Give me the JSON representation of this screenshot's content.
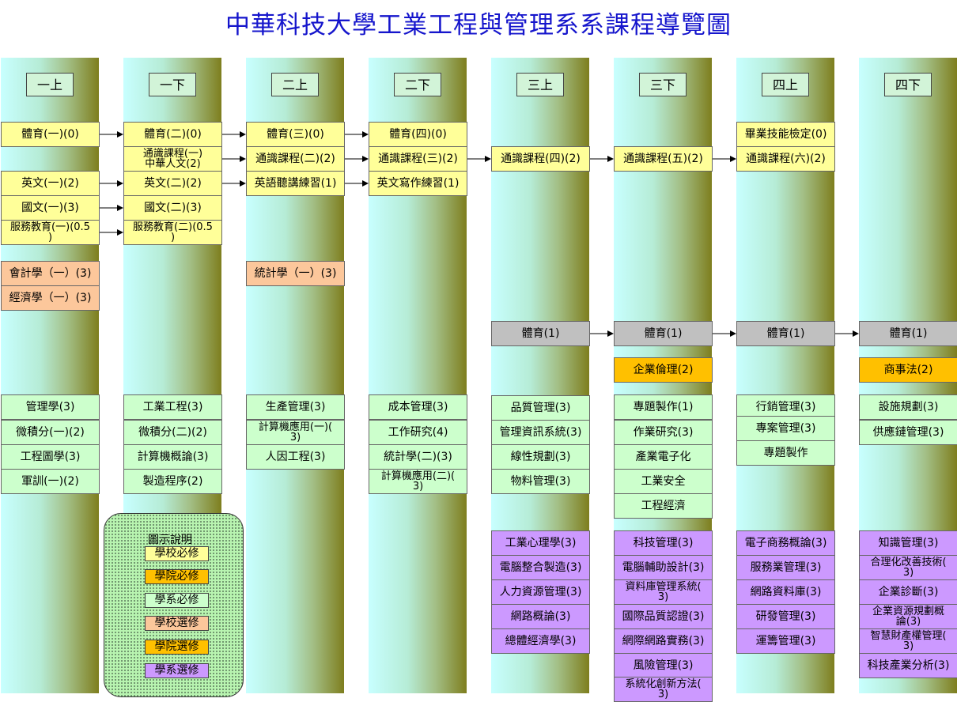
{
  "title": "中華科技大學工業工程與管理系系課程導覽圖",
  "semesters": [
    "一上",
    "一下",
    "二上",
    "二下",
    "三上",
    "三下",
    "四上",
    "四下"
  ],
  "courses": {
    "s1": [
      "體育(一)(0)",
      "英文(一)(2)",
      "國文(一)(3)",
      "服務教育(一)(0.5\n)",
      "會計學（一）(3)",
      "經濟學（一）(3)",
      "管理學(3)",
      "微積分(一)(2)",
      "工程圖學(3)",
      "軍訓(一)(2)"
    ],
    "s2": [
      "體育(二)(0)",
      "通識課程(一)\n中華人文(2)",
      "英文(二)(2)",
      "國文(二)(3)",
      "服務教育(二)(0.5\n)",
      "工業工程(3)",
      "微積分(二)(2)",
      "計算機概論(3)",
      "製造程序(2)"
    ],
    "s3": [
      "體育(三)(0)",
      "通識課程(二)(2)",
      "英語聽講練習(1)",
      "統計學（一）(3)",
      "生產管理(3)",
      "計算機應用(一)(\n3)",
      "人因工程(3)"
    ],
    "s4": [
      "體育(四)(0)",
      "通識課程(三)(2)",
      "英文寫作練習(1)",
      "成本管理(3)",
      "工作研究(4)",
      "統計學(二)(3)",
      "計算機應用(二)(\n3)"
    ],
    "s5": [
      "通識課程(四)(2)",
      "體育(1)",
      "品質管理(3)",
      "管理資訊系統(3)",
      "線性規劃(3)",
      "物料管理(3)",
      "工業心理學(3)",
      "電腦整合製造(3)",
      "人力資源管理(3)",
      "網路概論(3)",
      "總體經濟學(3)"
    ],
    "s6": [
      "通識課程(五)(2)",
      "體育(1)",
      "企業倫理(2)",
      "專題製作(1)",
      "作業研究(3)",
      "產業電子化",
      "工業安全",
      "工程經濟",
      "科技管理(3)",
      "電腦輔助設計(3)",
      "資料庫管理系統(\n3)",
      "國際品質認證(3)",
      "網際網路實務(3)",
      "風險管理(3)",
      "系統化創新方法(\n3)"
    ],
    "s7": [
      "畢業技能檢定(0)",
      "通識課程(六)(2)",
      "體育(1)",
      "行銷管理(3)",
      "專案管理(3)",
      "專題製作",
      "電子商務概論(3)",
      "服務業管理(3)",
      "網路資料庫(3)",
      "研發管理(3)",
      "運籌管理(3)"
    ],
    "s8": [
      "體育(1)",
      "商事法(2)",
      "設施規劃(3)",
      "供應鏈管理(3)",
      "知識管理(3)",
      "合理化改善技術(\n3)",
      "企業診斷(3)",
      "企業資源規劃概\n論(3)",
      "智慧財產權管理(\n3)",
      "科技產業分析(3)"
    ]
  },
  "legend": {
    "title": "圖示說明",
    "items": [
      "學校必修",
      "學院必修",
      "學系必修",
      "學校選修",
      "學院選修",
      "學系選修"
    ]
  },
  "colors": {
    "title": "#1515cc",
    "school_required": "#ffff99",
    "college_required": "#ffc000",
    "dept_required": "#ccffcc",
    "school_elective": "#fcc79b",
    "college_elective": "#ffc000",
    "dept_elective": "#cc99ff",
    "pe": "#c0c0c0"
  }
}
